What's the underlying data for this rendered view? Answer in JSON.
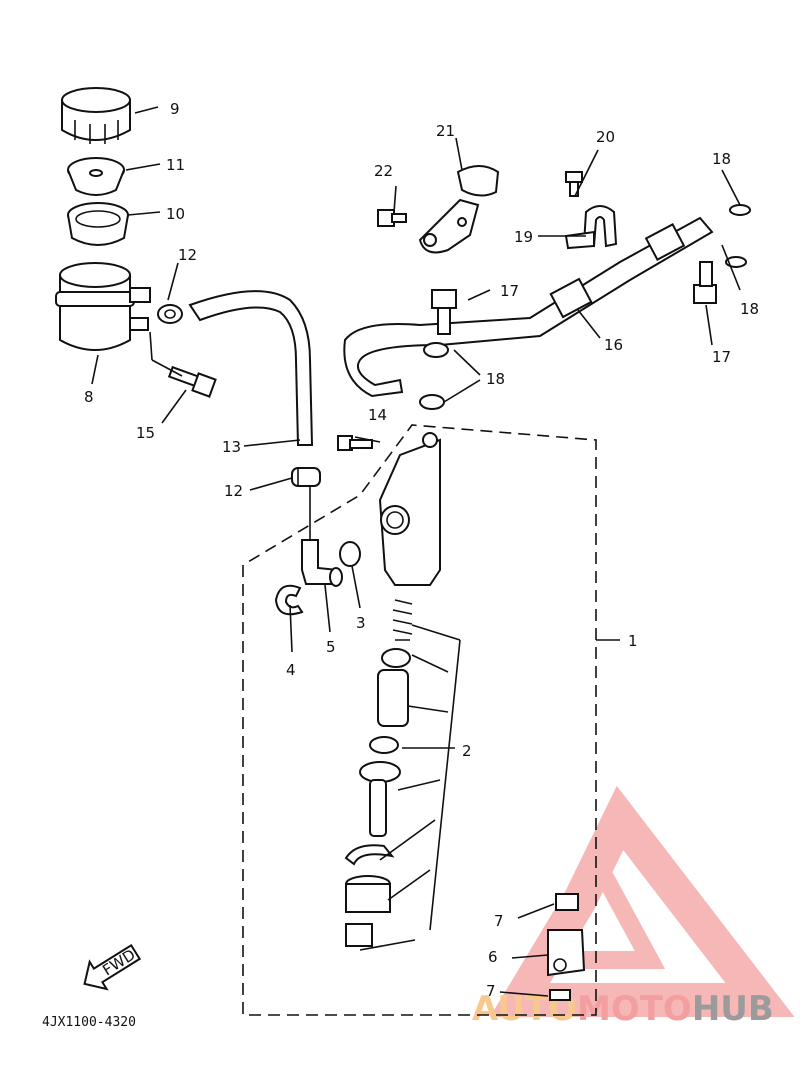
{
  "diagram": {
    "code": "4JX1100-4320",
    "fwd_label": "FWD",
    "callouts": {
      "c1": "1",
      "c2": "2",
      "c3": "3",
      "c4": "4",
      "c5": "5",
      "c6": "6",
      "c7a": "7",
      "c7b": "7",
      "c8": "8",
      "c9": "9",
      "c10": "10",
      "c11": "11",
      "c12a": "12",
      "c12b": "12",
      "c13": "13",
      "c14": "14",
      "c15": "15",
      "c16": "16",
      "c17a": "17",
      "c17b": "17",
      "c18a": "18",
      "c18b": "18",
      "c18c": "18",
      "c19": "19",
      "c20": "20",
      "c21": "21",
      "c22": "22"
    }
  },
  "watermark": {
    "brand_part1": "AUTO",
    "brand_part2": "MOTO",
    "brand_part3": "HUB",
    "colors": {
      "triangle": "#f4a0a0",
      "auto": "#f6b66a",
      "moto": "#f08080",
      "hub": "#7a7a7a"
    }
  }
}
